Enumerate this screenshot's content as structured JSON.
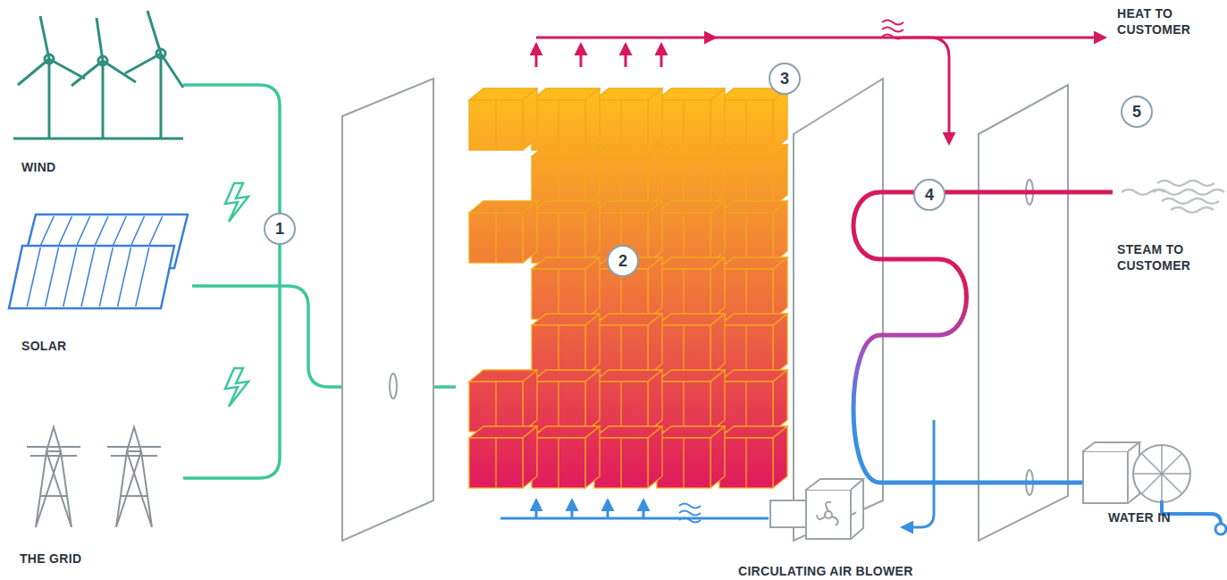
{
  "diagram": {
    "nodes": [
      {
        "text": [
          "1"
        ]
      },
      {
        "text": [
          "2"
        ]
      },
      {
        "text": [
          "3"
        ]
      },
      {
        "text": [
          "4"
        ]
      },
      {
        "text": [
          "5"
        ]
      }
    ],
    "labels": [
      "WIND",
      "SOLAR",
      "THE GRID",
      "HEAT TO CUSTOMER",
      "STEAM TO CUSTOMER",
      "WATER IN",
      "CIRCULATING AIR BLOWER"
    ]
  }
}
